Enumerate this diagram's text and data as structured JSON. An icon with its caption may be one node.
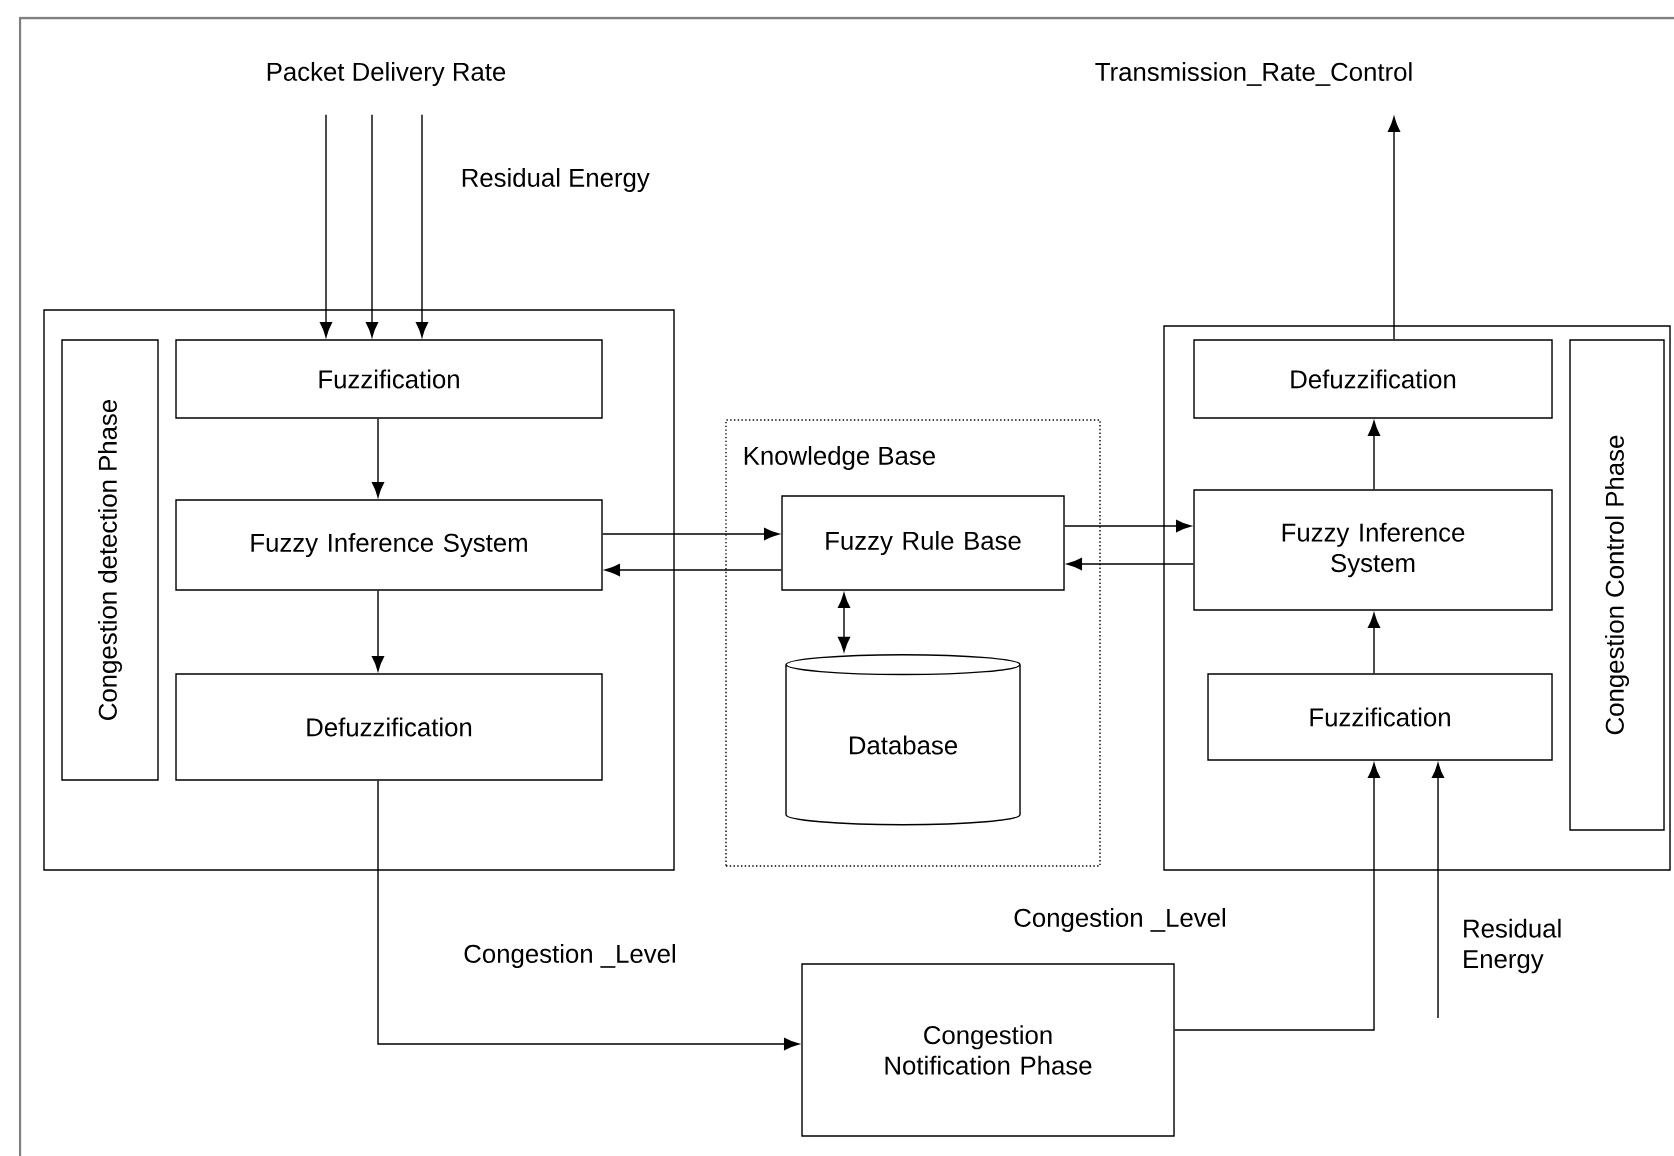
{
  "diagram": {
    "nodes": [
      {
        "text": [],
        "shape": "box"
      },
      {
        "text": [
          "Congestion detection Phase"
        ],
        "in": 0
      },
      {
        "text": [
          "Fuzzification"
        ],
        "in": 0
      },
      {
        "text": [
          "Fuzzy Inference System"
        ],
        "in": 0
      },
      {
        "text": [
          "Defuzzification"
        ],
        "in": 0
      },
      {
        "text": [
          "Knowledge Base"
        ]
      },
      {
        "text": [
          "Fuzzy Rule Base"
        ],
        "in": 5
      },
      {
        "text": [
          "Database"
        ],
        "in": 5
      },
      {
        "text": [],
        "shape": "box"
      },
      {
        "text": [
          "Defuzzification"
        ],
        "in": 8
      },
      {
        "text": [
          "Fuzzy Inference System"
        ],
        "in": 8
      },
      {
        "text": [
          "Fuzzification"
        ],
        "in": 8
      },
      {
        "text": [
          "Congestion Control Phase"
        ],
        "in": 8
      },
      {
        "text": [
          "Congestion Notification Phase"
        ]
      },
      {
        "text": [
          "Packet Delivery Rate"
        ]
      },
      {
        "text": [
          "Transmission_Rate_Control"
        ]
      },
      {
        "text": [
          "Residual Energy"
        ]
      }
    ],
    "edges": [
      {
        "from": 14,
        "to": 2,
        "arrow": "to"
      },
      {
        "from": 14,
        "to": 2,
        "arrow": "to"
      },
      {
        "from": 14,
        "to": 2,
        "arrow": "to"
      },
      {
        "from": 2,
        "to": 3,
        "arrow": "to"
      },
      {
        "from": 3,
        "to": 4,
        "arrow": "to"
      },
      {
        "from": 3,
        "to": 6,
        "arrow": "to"
      },
      {
        "from": 6,
        "to": 3,
        "arrow": "to"
      },
      {
        "from": 6,
        "to": 7,
        "arrow": "both"
      },
      {
        "from": 6,
        "to": 10,
        "arrow": "to"
      },
      {
        "from": 10,
        "to": 6,
        "arrow": "to"
      },
      {
        "from": 11,
        "to": 10,
        "arrow": "to"
      },
      {
        "from": 10,
        "to": 9,
        "arrow": "to"
      },
      {
        "from": 9,
        "to": 15,
        "arrow": "to"
      },
      {
        "from": 4,
        "to": 13,
        "label": "Congestion _Level",
        "arrow": "to"
      },
      {
        "from": 13,
        "to": 11,
        "label": "Congestion _Level",
        "arrow": "to"
      },
      {
        "from": 16,
        "to": 11,
        "arrow": "to"
      }
    ],
    "labels": [
      "Residual Energy"
    ]
  }
}
